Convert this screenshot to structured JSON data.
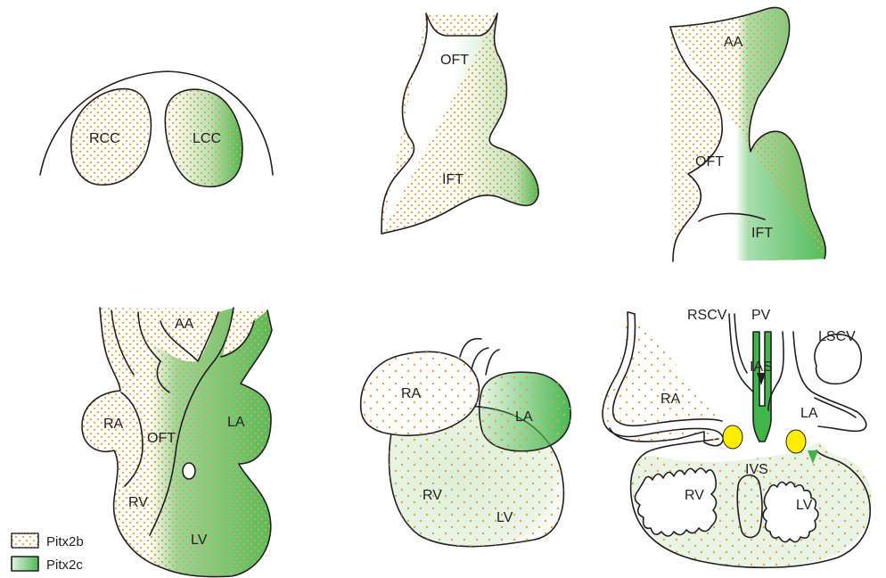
{
  "colors": {
    "pitx2b_dots": "#f0a030",
    "pitx2c_green": "#3fb54a",
    "light_green": "#e6f3e4",
    "yellow": "#ffed00",
    "outline": "#231f20"
  },
  "panels": {
    "p1": {
      "rcc": "RCC",
      "lcc": "LCC"
    },
    "p2": {
      "oft": "OFT",
      "ift": "IFT"
    },
    "p3": {
      "aa": "AA",
      "oft": "OFT",
      "ift": "IFT"
    },
    "p4": {
      "aa": "AA",
      "ra": "RA",
      "oft": "OFT",
      "la": "LA",
      "rv": "RV",
      "lv": "LV"
    },
    "p5": {
      "ra": "RA",
      "la": "LA",
      "rv": "RV",
      "lv": "LV"
    },
    "p6": {
      "rscv": "RSCV",
      "pv": "PV",
      "lscv": "LSCV",
      "ias": "IAS",
      "ra": "RA",
      "la": "LA",
      "ivs": "IVS",
      "rv": "RV",
      "lv": "LV"
    }
  },
  "legend": {
    "pitx2b": "Pitx2b",
    "pitx2c": "Pitx2c"
  }
}
